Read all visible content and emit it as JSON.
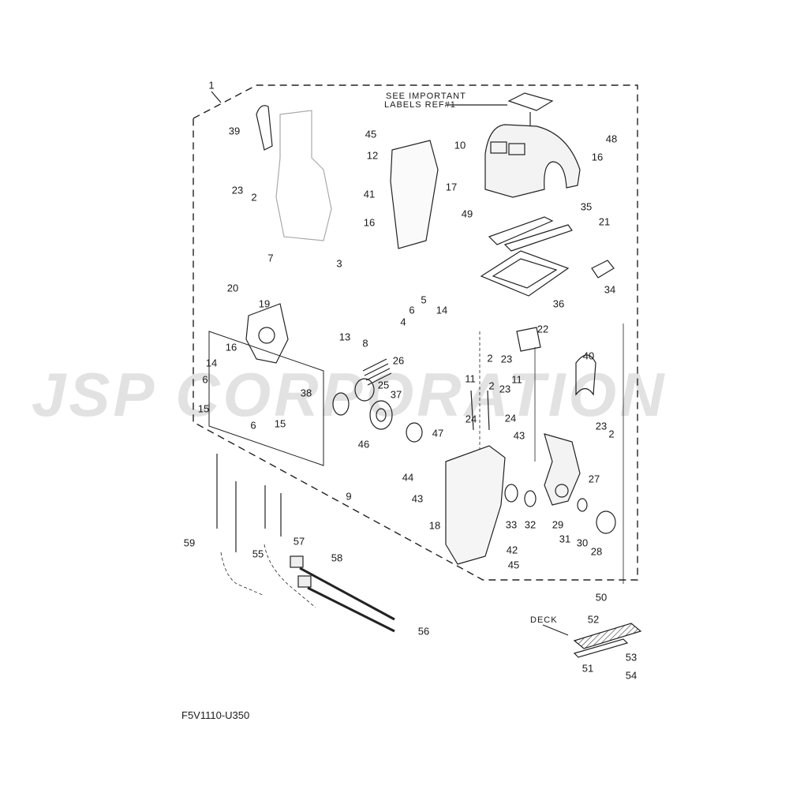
{
  "watermark": "JSP CORPORATION",
  "notes": {
    "line1": "SEE IMPORTANT",
    "line2": "LABELS REF#1",
    "deck": "DECK"
  },
  "diagram_code": "F5V1110-U350",
  "callouts": [
    "1",
    "39",
    "23",
    "2",
    "45",
    "12",
    "41",
    "16",
    "17",
    "10",
    "48",
    "16",
    "49",
    "35",
    "21",
    "34",
    "36",
    "7",
    "3",
    "20",
    "19",
    "5",
    "6",
    "14",
    "4",
    "8",
    "13",
    "16",
    "14",
    "6",
    "15",
    "38",
    "26",
    "25",
    "37",
    "22",
    "40",
    "2",
    "23",
    "2",
    "23",
    "11",
    "11",
    "24",
    "24",
    "47",
    "43",
    "23",
    "2",
    "6",
    "15",
    "46",
    "44",
    "9",
    "43",
    "27",
    "33",
    "32",
    "29",
    "31",
    "30",
    "28",
    "18",
    "42",
    "45",
    "59",
    "55",
    "57",
    "58",
    "56",
    "50",
    "52",
    "53",
    "51",
    "54"
  ]
}
